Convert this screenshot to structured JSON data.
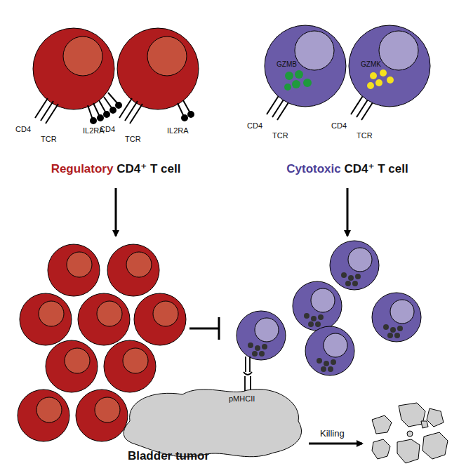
{
  "diagram": {
    "nodes": [
      {
        "text": [
          "Regulatory",
          "CD4⁺ T cell"
        ]
      },
      {
        "text": [
          "Cytotoxic",
          "CD4⁺ T cell"
        ]
      },
      {
        "text": [
          "Bladder tumor"
        ]
      }
    ],
    "labels": [
      "CD4",
      "TCR",
      "IL2RA",
      "CD4",
      "TCR",
      "IL2RA",
      "GZMB",
      "CD4",
      "TCR",
      "GZMK",
      "CD4",
      "TCR",
      "pMHCII",
      "Killing"
    ]
  }
}
